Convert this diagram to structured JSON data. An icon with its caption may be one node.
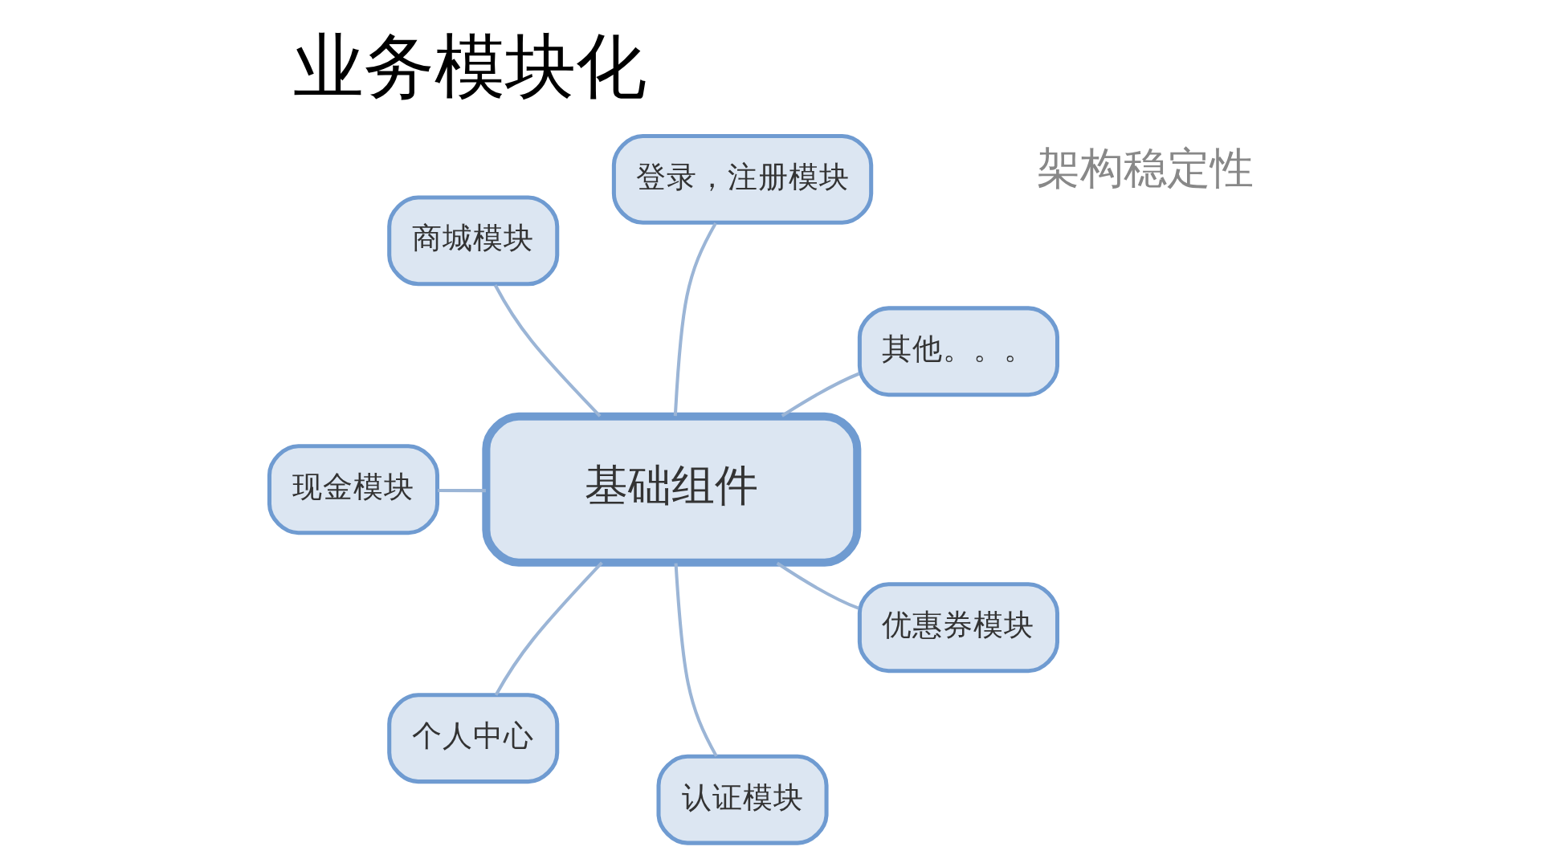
{
  "diagram": {
    "title": "业务模块化",
    "nodes": [
      {
        "text": [
          "基础组件"
        ]
      },
      {
        "text": [
          "其他。。。"
        ]
      },
      {
        "text": [
          "登录，注册模块"
        ]
      },
      {
        "text": [
          "商城模块"
        ]
      },
      {
        "text": [
          "现金模块"
        ]
      },
      {
        "text": [
          "个人中心"
        ]
      },
      {
        "text": [
          "认证模块"
        ]
      },
      {
        "text": [
          "优惠券模块"
        ]
      }
    ],
    "edges": [
      {
        "from": 0,
        "to": 1,
        "arrow": "none"
      },
      {
        "from": 0,
        "to": 2,
        "arrow": "none"
      },
      {
        "from": 0,
        "to": 3,
        "arrow": "none"
      },
      {
        "from": 0,
        "to": 4,
        "arrow": "none"
      },
      {
        "from": 0,
        "to": 5,
        "arrow": "none"
      },
      {
        "from": 0,
        "to": 6,
        "arrow": "none"
      },
      {
        "from": 0,
        "to": 7,
        "arrow": "none"
      }
    ],
    "labels": [
      "架构稳定性"
    ]
  }
}
